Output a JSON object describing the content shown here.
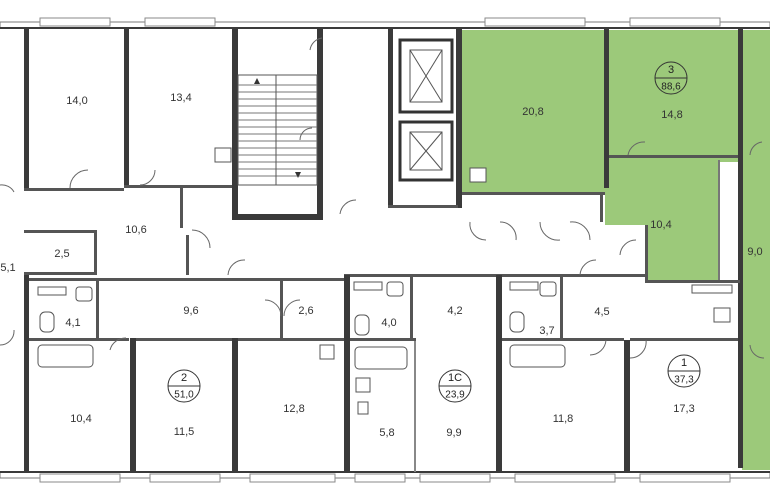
{
  "colors": {
    "highlight": "#9cc97a",
    "wall": "#3a3a3a",
    "background": "#ffffff"
  },
  "apartments": [
    {
      "id": "apt-3",
      "number": "3",
      "area": "88,6"
    },
    {
      "id": "apt-2",
      "number": "2",
      "area": "51,0"
    },
    {
      "id": "apt-1c",
      "number": "1С",
      "area": "23,9"
    },
    {
      "id": "apt-1",
      "number": "1",
      "area": "37,3"
    }
  ],
  "rooms": [
    {
      "id": "r-14-0",
      "label": "14,0"
    },
    {
      "id": "r-13-4",
      "label": "13,4"
    },
    {
      "id": "r-10-6",
      "label": "10,6"
    },
    {
      "id": "r-2-5",
      "label": "2,5"
    },
    {
      "id": "r-5-1",
      "label": "5,1"
    },
    {
      "id": "r-9-6",
      "label": "9,6"
    },
    {
      "id": "r-4-1",
      "label": "4,1"
    },
    {
      "id": "r-2-6",
      "label": "2,6"
    },
    {
      "id": "r-10-4-left",
      "label": "10,4"
    },
    {
      "id": "r-11-5",
      "label": "11,5"
    },
    {
      "id": "r-12-8",
      "label": "12,8"
    },
    {
      "id": "r-4-0",
      "label": "4,0"
    },
    {
      "id": "r-4-2",
      "label": "4,2"
    },
    {
      "id": "r-5-8",
      "label": "5,8"
    },
    {
      "id": "r-9-9",
      "label": "9,9"
    },
    {
      "id": "r-3-7",
      "label": "3,7"
    },
    {
      "id": "r-4-5",
      "label": "4,5"
    },
    {
      "id": "r-11-8",
      "label": "11,8"
    },
    {
      "id": "r-17-3",
      "label": "17,3"
    },
    {
      "id": "r-20-8",
      "label": "20,8"
    },
    {
      "id": "r-14-8",
      "label": "14,8"
    },
    {
      "id": "r-10-4-green",
      "label": "10,4"
    },
    {
      "id": "r-9-0",
      "label": "9,0"
    }
  ]
}
